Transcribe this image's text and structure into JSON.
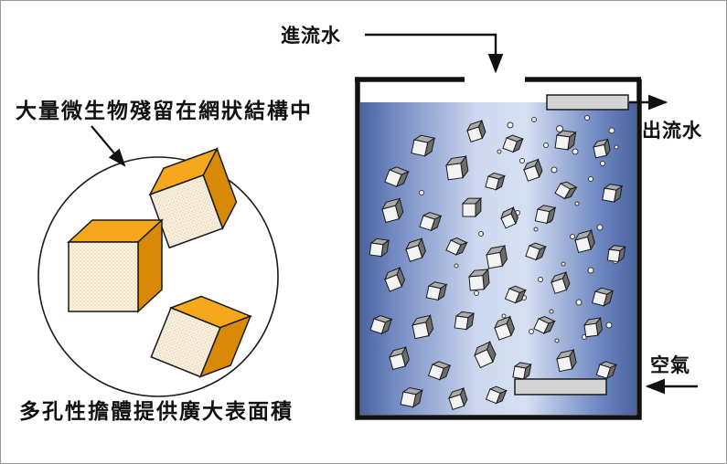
{
  "labels": {
    "influent": "進流水",
    "effluent": "出流水",
    "air": "空氣",
    "magnifier_caption_top": "大量微生物殘留在網狀結構中",
    "magnifier_caption_bottom": "多孔性擔體提供廣大表面積"
  },
  "colors": {
    "water_edge": "#4a63a0",
    "water_center": "#d4def2",
    "carrier_top_orange": "#f6a81c",
    "carrier_side_orange": "#d88a06",
    "carrier_front_cream": "#f7efdc",
    "equipment_gray": "#d4d4d4",
    "line_black": "#111111"
  },
  "tank": {
    "carriers": [
      [
        452,
        152,
        12,
        15
      ],
      [
        510,
        142,
        -18,
        13
      ],
      [
        553,
        150,
        20,
        12
      ],
      [
        608,
        147,
        8,
        14
      ],
      [
        648,
        160,
        -12,
        12
      ],
      [
        425,
        185,
        22,
        14
      ],
      [
        487,
        180,
        -8,
        16
      ],
      [
        533,
        192,
        15,
        12
      ],
      [
        572,
        185,
        -20,
        13
      ],
      [
        612,
        200,
        30,
        12
      ],
      [
        660,
        205,
        10,
        13
      ],
      [
        417,
        228,
        -15,
        15
      ],
      [
        462,
        235,
        18,
        13
      ],
      [
        505,
        222,
        0,
        14
      ],
      [
        547,
        238,
        -25,
        12
      ],
      [
        587,
        228,
        12,
        13
      ],
      [
        405,
        265,
        8,
        13
      ],
      [
        443,
        272,
        -18,
        14
      ],
      [
        492,
        262,
        25,
        12
      ],
      [
        531,
        278,
        -10,
        15
      ],
      [
        578,
        268,
        20,
        12
      ],
      [
        628,
        262,
        -15,
        14
      ],
      [
        665,
        272,
        8,
        12
      ],
      [
        420,
        305,
        -22,
        14
      ],
      [
        468,
        312,
        12,
        13
      ],
      [
        512,
        302,
        -5,
        15
      ],
      [
        556,
        315,
        22,
        12
      ],
      [
        602,
        308,
        -18,
        13
      ],
      [
        650,
        318,
        15,
        13
      ],
      [
        408,
        348,
        18,
        13
      ],
      [
        450,
        355,
        -12,
        15
      ],
      [
        498,
        345,
        8,
        13
      ],
      [
        540,
        358,
        -20,
        14
      ],
      [
        588,
        348,
        25,
        12
      ],
      [
        638,
        355,
        -8,
        13
      ],
      [
        425,
        390,
        -15,
        14
      ],
      [
        472,
        398,
        20,
        13
      ],
      [
        518,
        388,
        -25,
        15
      ],
      [
        562,
        400,
        10,
        12
      ],
      [
        608,
        392,
        -12,
        14
      ],
      [
        655,
        398,
        18,
        12
      ],
      [
        440,
        428,
        12,
        14
      ],
      [
        490,
        435,
        -18,
        13
      ],
      [
        535,
        425,
        22,
        12
      ]
    ],
    "bubbles": [
      [
        557,
        136,
        3
      ],
      [
        583,
        130,
        2.5
      ],
      [
        611,
        140,
        3.5
      ],
      [
        641,
        128,
        2.5
      ],
      [
        668,
        142,
        3
      ],
      [
        596,
        158,
        2.5
      ],
      [
        628,
        165,
        3
      ],
      [
        658,
        178,
        2.5
      ],
      [
        673,
        160,
        2
      ],
      [
        570,
        175,
        2.5
      ],
      [
        545,
        165,
        2
      ],
      [
        605,
        185,
        3
      ],
      [
        645,
        195,
        2.5
      ],
      [
        668,
        215,
        3
      ],
      [
        630,
        222,
        2
      ],
      [
        600,
        240,
        2.5
      ],
      [
        655,
        248,
        3
      ],
      [
        625,
        258,
        2.5
      ],
      [
        585,
        250,
        2
      ],
      [
        565,
        232,
        2.5
      ],
      [
        672,
        285,
        2.5
      ],
      [
        645,
        295,
        3
      ],
      [
        615,
        288,
        2
      ],
      [
        590,
        305,
        2.5
      ],
      [
        660,
        320,
        2.5
      ],
      [
        632,
        330,
        3
      ],
      [
        602,
        340,
        2
      ],
      [
        572,
        325,
        2.5
      ],
      [
        665,
        355,
        3
      ],
      [
        638,
        368,
        2.5
      ],
      [
        608,
        372,
        2
      ],
      [
        580,
        362,
        2.5
      ],
      [
        550,
        345,
        2
      ],
      [
        520,
        320,
        2.5
      ],
      [
        498,
        290,
        2
      ],
      [
        525,
        255,
        2.5
      ],
      [
        478,
        240,
        2
      ],
      [
        460,
        210,
        2.5
      ],
      [
        498,
        190,
        2
      ]
    ]
  }
}
